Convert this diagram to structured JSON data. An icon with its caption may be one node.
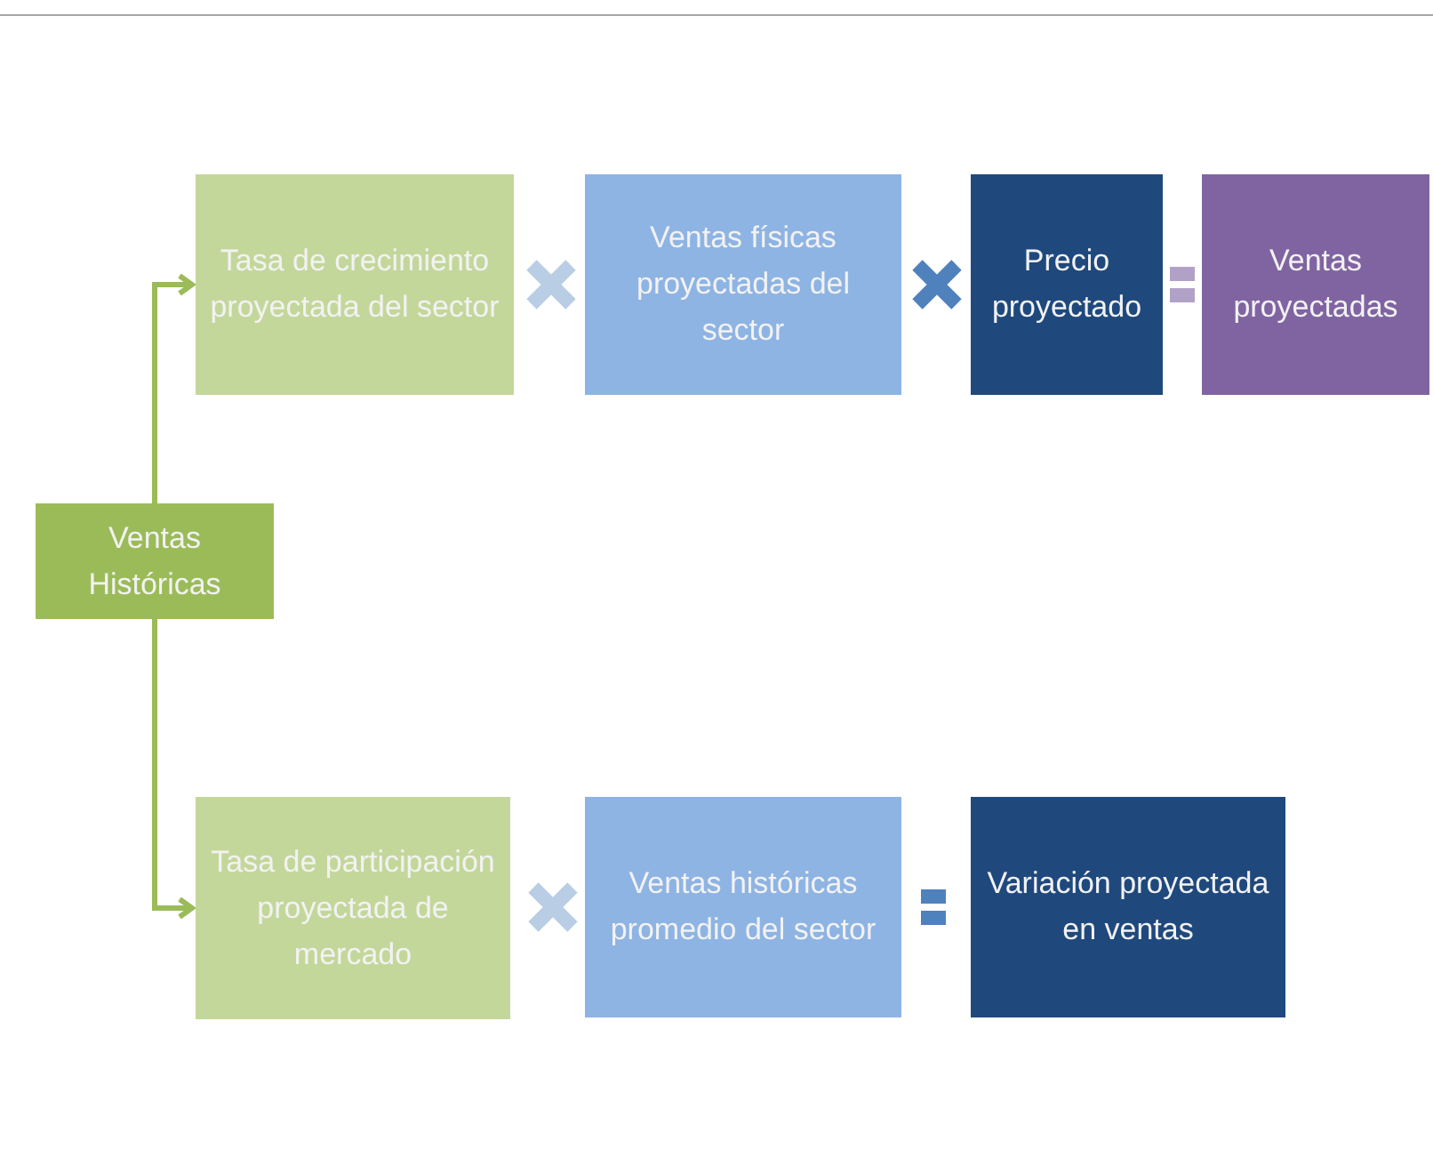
{
  "diagram": {
    "nodes": [
      {
        "text": [
          "Ventas Históricas"
        ]
      },
      {
        "text": [
          "Tasa de crecimiento proyectada del sector"
        ]
      },
      {
        "text": [
          "Ventas físicas proyectadas del sector"
        ]
      },
      {
        "text": [
          "Precio proyectado"
        ]
      },
      {
        "text": [
          "Ventas proyectadas"
        ]
      },
      {
        "text": [
          "Tasa de participación proyectada de mercado"
        ]
      },
      {
        "text": [
          "Ventas históricas promedio del sector"
        ]
      },
      {
        "text": [
          "Variación proyectada en ventas"
        ]
      }
    ],
    "edges": [
      {
        "from": 0,
        "to": 1,
        "arrow": "to",
        "color": "#9bbb59"
      },
      {
        "from": 0,
        "to": 5,
        "arrow": "to",
        "color": "#9bbb59"
      }
    ]
  }
}
